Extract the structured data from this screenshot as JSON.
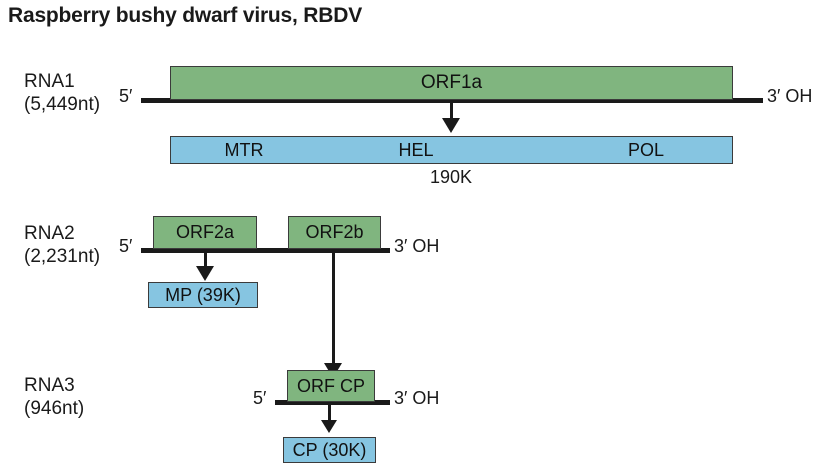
{
  "title": "Raspberry bushy dwarf virus, RBDV",
  "colors": {
    "orf_green": "#80b57f",
    "protein_blue": "#86c5e1",
    "line_black": "#1a1a1a",
    "border_gray": "#3b3b3b",
    "background": "#ffffff"
  },
  "genome_segments": [
    {
      "id": "rna1",
      "name": "RNA1",
      "length": "(5,449nt)",
      "five_prime": "5′",
      "three_prime": "3′ OH",
      "orfs": [
        {
          "id": "orf1a",
          "label": "ORF1a"
        }
      ],
      "proteins": [
        {
          "id": "p190k",
          "caption": "190K",
          "domains": [
            {
              "id": "mtr",
              "label": "MTR"
            },
            {
              "id": "hel",
              "label": "HEL"
            },
            {
              "id": "pol",
              "label": "POL"
            }
          ]
        }
      ]
    },
    {
      "id": "rna2",
      "name": "RNA2",
      "length": "(2,231nt)",
      "five_prime": "5′",
      "three_prime": "3′ OH",
      "orfs": [
        {
          "id": "orf2a",
          "label": "ORF2a"
        },
        {
          "id": "orf2b",
          "label": "ORF2b"
        }
      ],
      "proteins": [
        {
          "id": "mp",
          "label": "MP (39K)"
        }
      ]
    },
    {
      "id": "rna3",
      "name": "RNA3",
      "length": "(946nt)",
      "five_prime": "5′",
      "three_prime": "3′ OH",
      "orfs": [
        {
          "id": "orfcp",
          "label": "ORF CP"
        }
      ],
      "proteins": [
        {
          "id": "cp",
          "label": "CP (30K)"
        }
      ]
    }
  ]
}
